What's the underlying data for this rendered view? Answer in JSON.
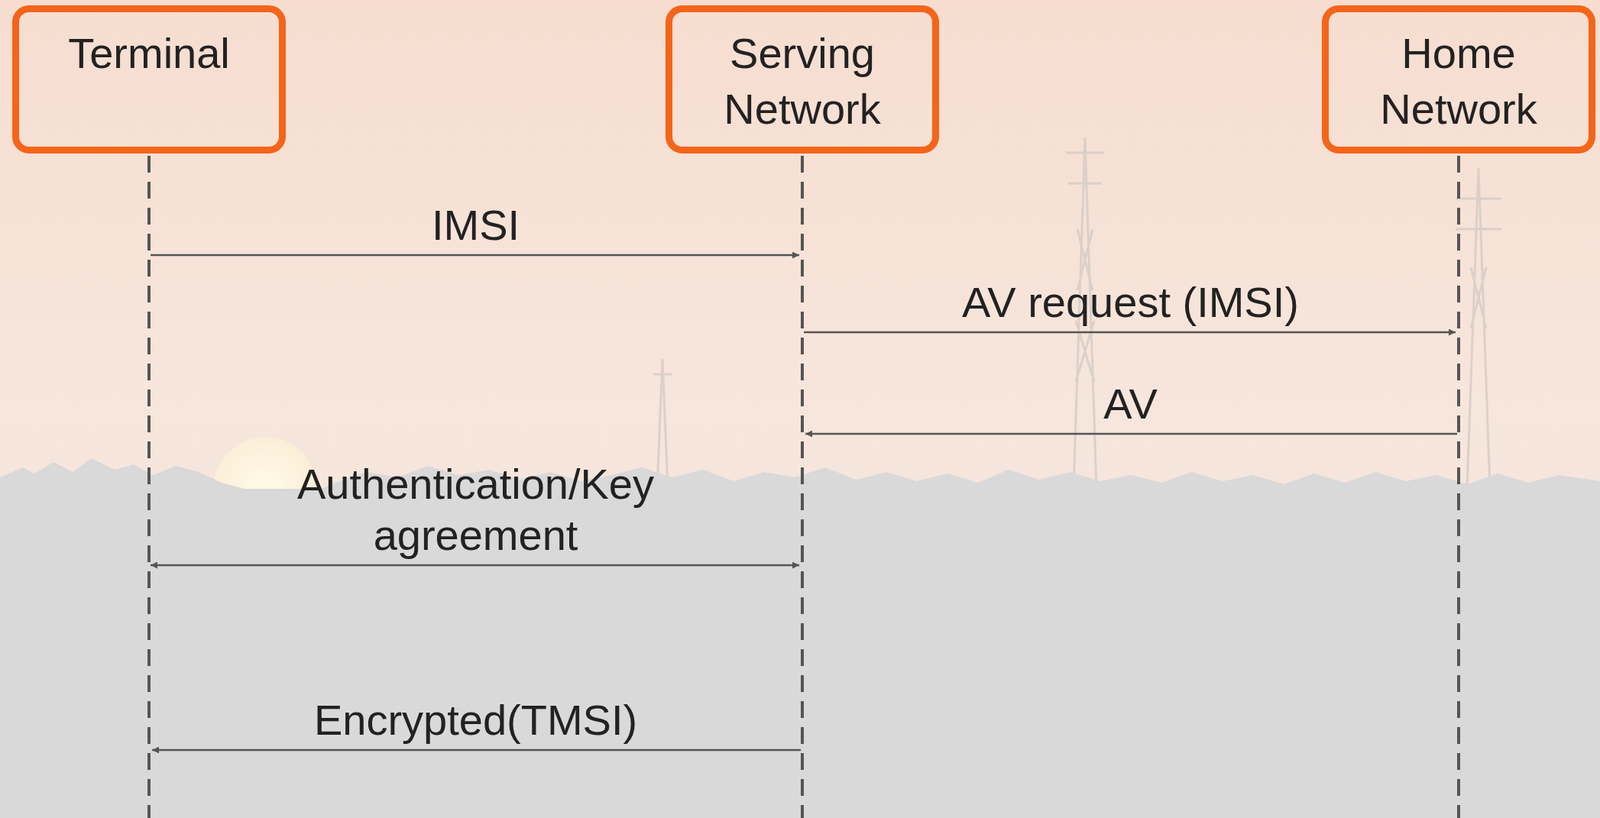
{
  "diagram": {
    "nodes": [
      {
        "text": [
          "Terminal"
        ]
      },
      {
        "text": [
          "Serving Network"
        ]
      },
      {
        "text": [
          "Home Network"
        ]
      }
    ],
    "edges": [
      {
        "from": 0,
        "to": 1,
        "label": "IMSI",
        "arrow": "to"
      },
      {
        "from": 1,
        "to": 2,
        "label": "AV request (IMSI)",
        "arrow": "to"
      },
      {
        "from": 2,
        "to": 1,
        "label": "AV",
        "arrow": "to"
      },
      {
        "from": 0,
        "to": 1,
        "label": "Authentication/Key agreement",
        "arrow": "both"
      },
      {
        "from": 1,
        "to": 0,
        "label": "Encrypted(TMSI)",
        "arrow": "to"
      }
    ]
  }
}
